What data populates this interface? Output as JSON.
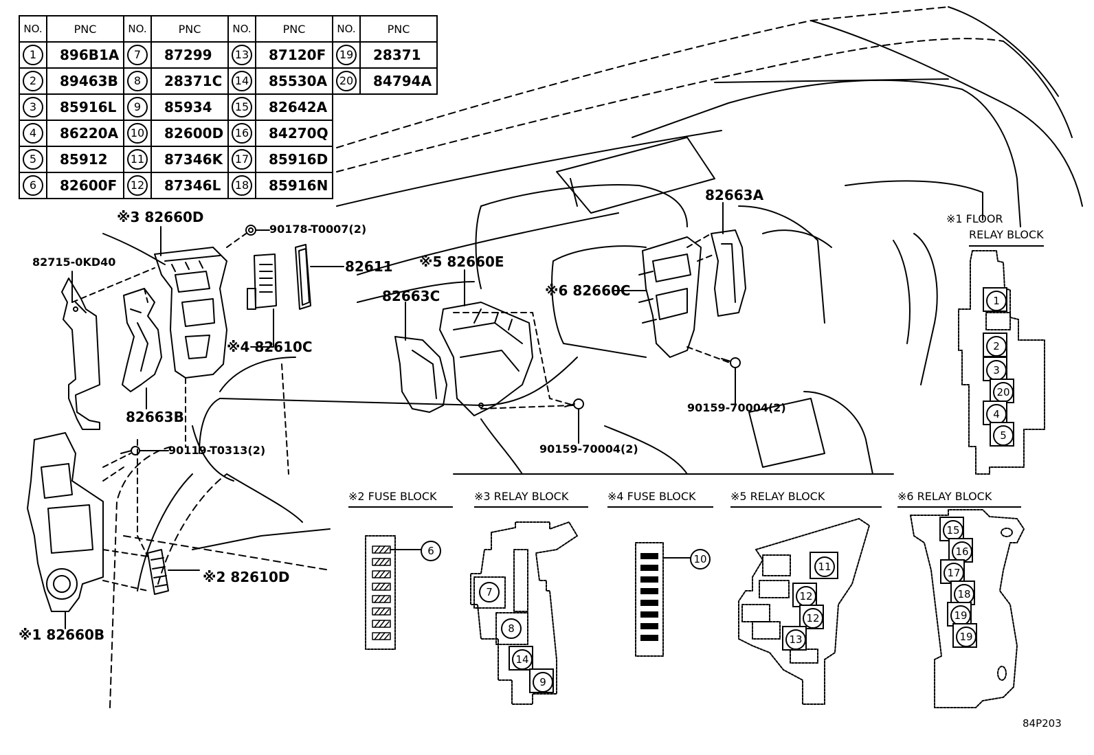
{
  "table": {
    "header_no": "NO.",
    "header_pnc": "PNC",
    "rows": [
      [
        {
          "no": "1",
          "pnc": "896B1A"
        },
        {
          "no": "7",
          "pnc": "87299"
        },
        {
          "no": "13",
          "pnc": "87120F"
        },
        {
          "no": "19",
          "pnc": "28371"
        }
      ],
      [
        {
          "no": "2",
          "pnc": "89463B"
        },
        {
          "no": "8",
          "pnc": "28371C"
        },
        {
          "no": "14",
          "pnc": "85530A"
        },
        {
          "no": "20",
          "pnc": "84794A"
        }
      ],
      [
        {
          "no": "3",
          "pnc": "85916L"
        },
        {
          "no": "9",
          "pnc": "85934"
        },
        {
          "no": "15",
          "pnc": "82642A"
        },
        {
          "no": "",
          "pnc": ""
        }
      ],
      [
        {
          "no": "4",
          "pnc": "86220A"
        },
        {
          "no": "10",
          "pnc": "82600D"
        },
        {
          "no": "16",
          "pnc": "84270Q"
        },
        {
          "no": "",
          "pnc": ""
        }
      ],
      [
        {
          "no": "5",
          "pnc": "85912"
        },
        {
          "no": "11",
          "pnc": "87346K"
        },
        {
          "no": "17",
          "pnc": "85916D"
        },
        {
          "no": "",
          "pnc": ""
        }
      ],
      [
        {
          "no": "6",
          "pnc": "82600F"
        },
        {
          "no": "12",
          "pnc": "87346L"
        },
        {
          "no": "18",
          "pnc": "85916N"
        },
        {
          "no": "",
          "pnc": ""
        }
      ]
    ]
  },
  "callouts": {
    "c_82660D": "※3 82660D",
    "c_90178": "90178-T0007(2)",
    "c_82715": "82715-0KD40",
    "c_82611": "82611",
    "c_82660E": "※5 82660E",
    "c_82663C": "82663C",
    "c_82663A": "82663A",
    "c_82660C": "※6 82660C",
    "c_82610C": "※4 82610C",
    "c_82663B": "82663B",
    "c_90119": "90119-T0313(2)",
    "c_90159a": "90159-70004(2)",
    "c_90159b": "90159-70004(2)",
    "c_82610D": "※2 82610D",
    "c_82660B": "※1 82660B"
  },
  "floor_block": {
    "line1": "※1 FLOOR",
    "line2": "RELAY BLOCK"
  },
  "blocks": {
    "b2": "※2 FUSE BLOCK",
    "b3": "※3 RELAY BLOCK",
    "b4": "※4 FUSE BLOCK",
    "b5": "※5 RELAY BLOCK",
    "b6": "※6 RELAY BLOCK"
  },
  "markers": {
    "m1": "1",
    "m2": "2",
    "m3": "3",
    "m20": "20",
    "m4": "4",
    "m5": "5",
    "m6": "6",
    "m7": "7",
    "m8": "8",
    "m14": "14",
    "m9": "9",
    "m10": "10",
    "m11": "11",
    "m12a": "12",
    "m12b": "12",
    "m13": "13",
    "m15": "15",
    "m16": "16",
    "m17": "17",
    "m18": "18",
    "m19a": "19",
    "m19b": "19"
  },
  "figure_code": "84P203"
}
